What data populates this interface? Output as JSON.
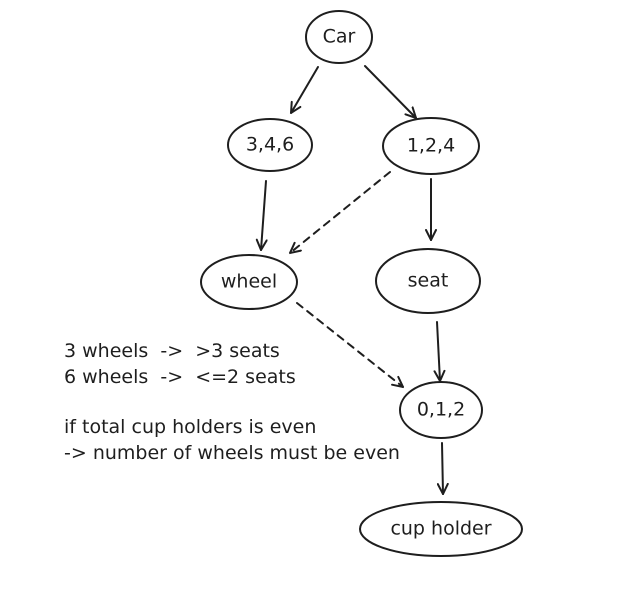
{
  "nodes": {
    "car": "Car",
    "opt_346": "3,4,6",
    "opt_124": "1,2,4",
    "wheel": "wheel",
    "seat": "seat",
    "opt_012": "0,1,2",
    "cup_holder": "cup holder"
  },
  "edges": [
    {
      "from": "car",
      "to": "opt_346",
      "style": "solid"
    },
    {
      "from": "car",
      "to": "opt_124",
      "style": "solid"
    },
    {
      "from": "opt_346",
      "to": "wheel",
      "style": "solid"
    },
    {
      "from": "opt_124",
      "to": "wheel",
      "style": "dashed"
    },
    {
      "from": "opt_124",
      "to": "seat",
      "style": "solid"
    },
    {
      "from": "wheel",
      "to": "opt_012",
      "style": "dashed"
    },
    {
      "from": "seat",
      "to": "opt_012",
      "style": "solid"
    },
    {
      "from": "opt_012",
      "to": "cup_holder",
      "style": "solid"
    }
  ],
  "notes": {
    "line1": "3 wheels  ->  >3 seats",
    "line2": "6 wheels  ->  <=2 seats",
    "line3": "if total cup holders is even",
    "line4": "-> number of wheels must be even"
  },
  "colors": {
    "stroke": "#1e1e1e",
    "background": "#ffffff"
  }
}
